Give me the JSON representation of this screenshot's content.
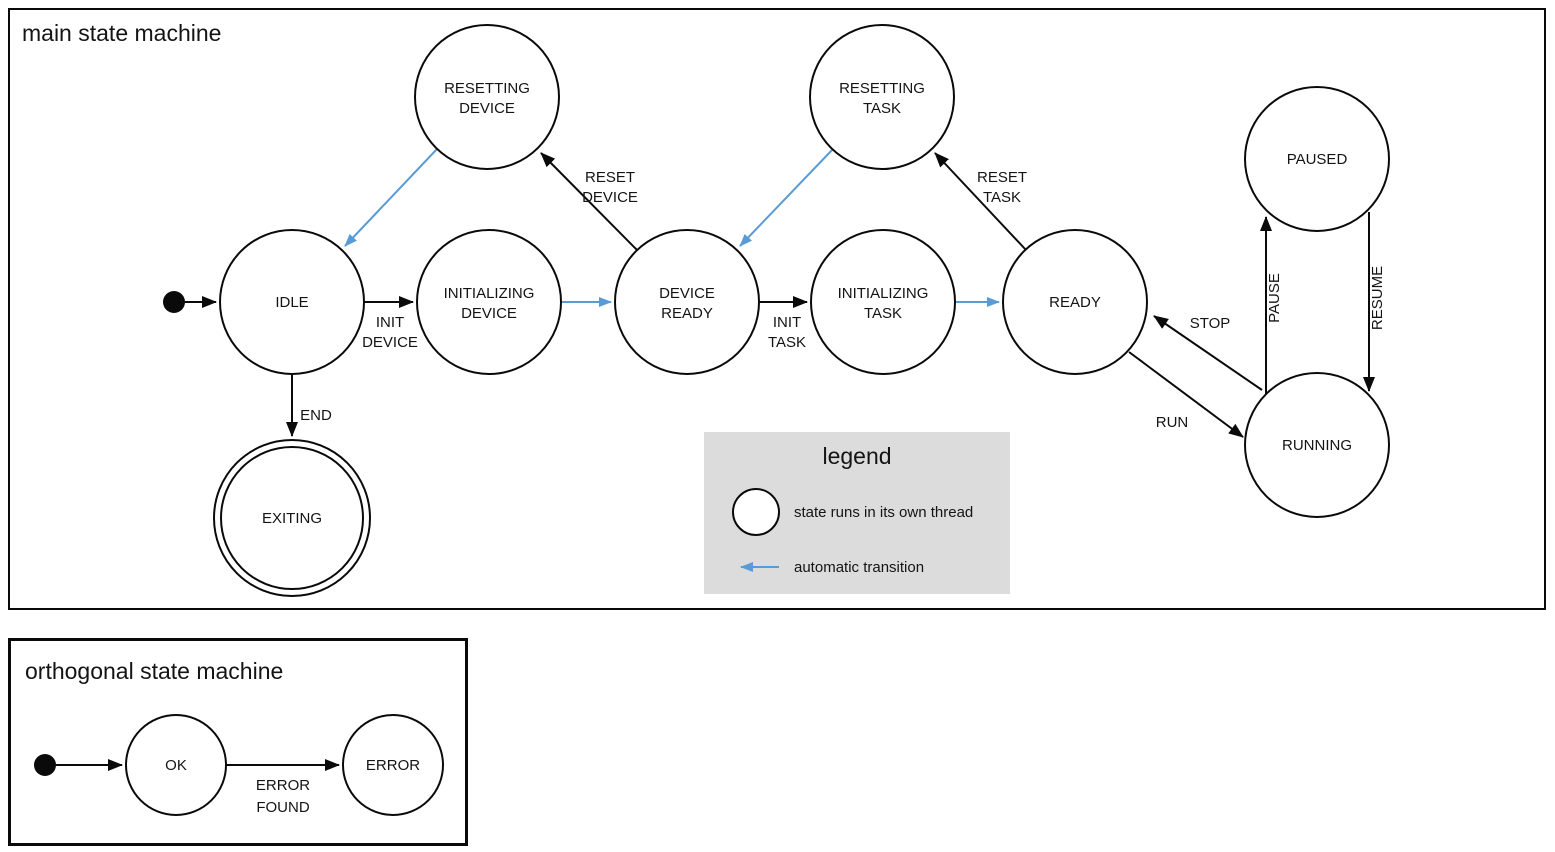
{
  "colors": {
    "threaded_fill": "#aec6e8",
    "plain_fill": "#ffffff",
    "stroke": "#0a0a0a",
    "auto_transition": "#5b9bd5",
    "legend_bg": "#dcdcdc"
  },
  "main": {
    "title": "main state machine",
    "states": {
      "idle": {
        "label": "IDLE",
        "threaded": false
      },
      "resetting_device": {
        "label": "RESETTING DEVICE",
        "lines": [
          "RESETTING",
          "DEVICE"
        ],
        "threaded": true
      },
      "initializing_device": {
        "label": "INITIALIZING DEVICE",
        "lines": [
          "INITIALIZING",
          "DEVICE"
        ],
        "threaded": true
      },
      "device_ready": {
        "label": "DEVICE READY",
        "lines": [
          "DEVICE",
          "READY"
        ],
        "threaded": false
      },
      "resetting_task": {
        "label": "RESETTING TASK",
        "lines": [
          "RESETTING",
          "TASK"
        ],
        "threaded": true
      },
      "initializing_task": {
        "label": "INITIALIZING TASK",
        "lines": [
          "INITIALIZING",
          "TASK"
        ],
        "threaded": true
      },
      "ready": {
        "label": "READY",
        "threaded": false
      },
      "paused": {
        "label": "PAUSED",
        "threaded": true
      },
      "running": {
        "label": "RUNNING",
        "threaded": true
      },
      "exiting": {
        "label": "EXITING",
        "threaded": true,
        "final": true
      }
    },
    "transitions": {
      "init_device": {
        "label": "INIT DEVICE",
        "lines": [
          "INIT",
          "DEVICE"
        ]
      },
      "reset_device": {
        "label": "RESET DEVICE",
        "lines": [
          "RESET",
          "DEVICE"
        ]
      },
      "init_task": {
        "label": "INIT TASK",
        "lines": [
          "INIT",
          "TASK"
        ]
      },
      "reset_task": {
        "label": "RESET TASK",
        "lines": [
          "RESET",
          "TASK"
        ]
      },
      "end": {
        "label": "END"
      },
      "run": {
        "label": "RUN"
      },
      "stop": {
        "label": "STOP"
      },
      "pause": {
        "label": "PAUSE"
      },
      "resume": {
        "label": "RESUME"
      }
    }
  },
  "legend": {
    "title": "legend",
    "thread_item": "state runs in its own thread",
    "auto_item": "automatic transition"
  },
  "orthogonal": {
    "title": "orthogonal state machine",
    "states": {
      "ok": {
        "label": "OK"
      },
      "error": {
        "label": "ERROR"
      }
    },
    "transitions": {
      "error_found": {
        "label": "ERROR FOUND",
        "lines": [
          "ERROR",
          "FOUND"
        ]
      }
    }
  }
}
